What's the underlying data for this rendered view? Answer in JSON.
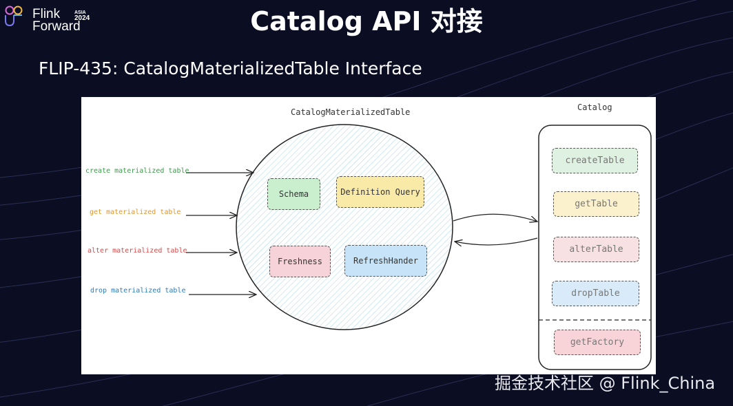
{
  "brand": {
    "name_line1": "Flink",
    "name_line2": "Forward",
    "badge_region": "ASIA",
    "badge_year": "2024"
  },
  "slide": {
    "title": "Catalog API 对接",
    "subtitle": "FLIP-435: CatalogMaterializedTable Interface"
  },
  "diagram": {
    "circle_label": "CatalogMaterializedTable",
    "catalog_label": "Catalog",
    "operations": [
      {
        "label": "create materialized table",
        "color": "#3a9a4a"
      },
      {
        "label": "get materialized table",
        "color": "#e0962a"
      },
      {
        "label": "alter materialized table",
        "color": "#d64a4a"
      },
      {
        "label": "drop materialized table",
        "color": "#2f7ab8"
      }
    ],
    "components": [
      {
        "label": "Schema",
        "fill": "#c9efce"
      },
      {
        "label": "Definition Query",
        "fill": "#faeaa8"
      },
      {
        "label": "Freshness",
        "fill": "#f6d3d8"
      },
      {
        "label": "RefreshHander",
        "fill": "#c6e3f8"
      }
    ],
    "catalog_methods": [
      {
        "label": "createTable",
        "fill": "#dff1e0"
      },
      {
        "label": "getTable",
        "fill": "#fbf1cc"
      },
      {
        "label": "alterTable",
        "fill": "#f7e1e3"
      },
      {
        "label": "dropTable",
        "fill": "#d9ebf8"
      },
      {
        "label": "getFactory",
        "fill": "#f8d4d8"
      }
    ]
  },
  "watermark": "掘金技术社区 @ Flink_China"
}
